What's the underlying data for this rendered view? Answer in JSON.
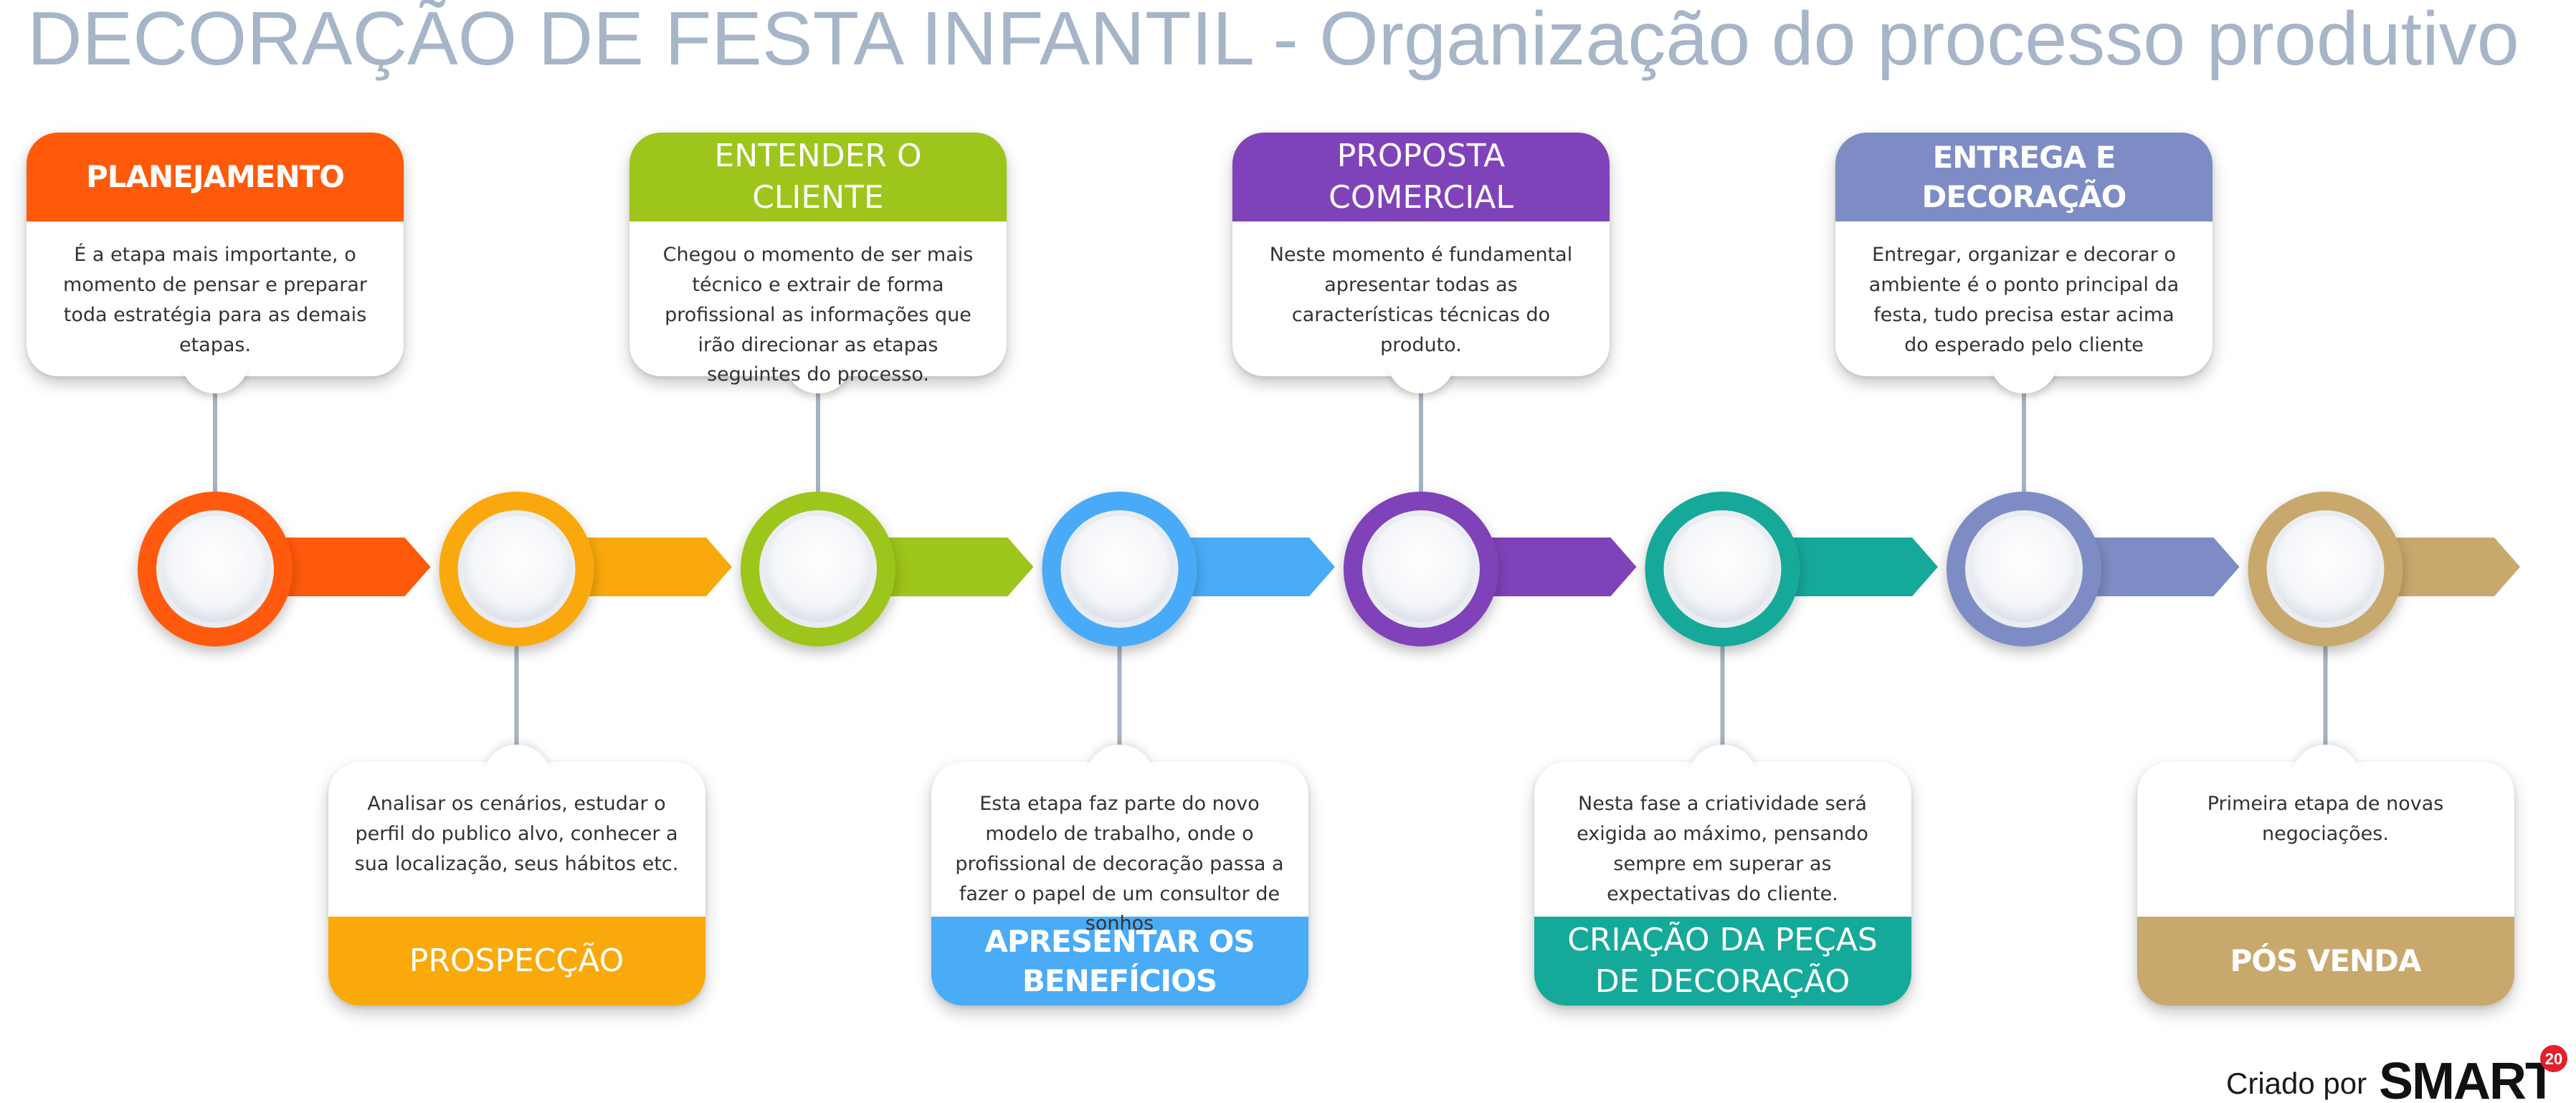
{
  "title": "DECORAÇÃO DE FESTA INFANTIL - Organização do processo produtivo",
  "credit": {
    "label": "Criado por",
    "logo_text": "SMART",
    "logo_badge": "20"
  },
  "steps": [
    {
      "title": "PLANEJAMENTO",
      "text": "É a etapa mais importante, o momento de pensar e preparar toda estratégia para as demais etapas.",
      "color": "#ff5a0a",
      "position": "top",
      "title_style": "bold"
    },
    {
      "title": "PROSPECÇÃO",
      "text": "Analisar os cenários, estudar o perfil do publico alvo, conhecer a sua localização, seus hábitos etc.",
      "color": "#f9a90a",
      "position": "bottom",
      "title_style": "light"
    },
    {
      "title": "ENTENDER O CLIENTE",
      "text": "Chegou o momento de ser mais técnico e extrair de forma profissional as informações que irão direcionar as etapas seguintes do processo.",
      "color": "#9ec51b",
      "position": "top",
      "title_style": "light"
    },
    {
      "title": "APRESENTAR OS BENEFÍCIOS",
      "text": "Esta etapa faz parte do novo modelo de trabalho, onde o profissional de decoração passa a fazer o papel de um consultor de sonhos",
      "color": "#4aabf7",
      "position": "bottom",
      "title_style": "bold"
    },
    {
      "title": "PROPOSTA COMERCIAL",
      "text": "Neste momento é fundamental apresentar todas as características técnicas do produto.",
      "color": "#8042b8",
      "position": "top",
      "title_style": "light"
    },
    {
      "title": "CRIAÇÃO DA PEÇAS DE DECORAÇÃO",
      "text": "Nesta fase a criatividade será exigida ao máximo, pensando sempre em superar as expectativas do cliente.",
      "color": "#15a99a",
      "position": "bottom",
      "title_style": "light"
    },
    {
      "title": "ENTREGA E DECORAÇÃO",
      "text": "Entregar, organizar e decorar o ambiente é o ponto principal da festa, tudo precisa estar acima do esperado pelo cliente",
      "color": "#7e8cc5",
      "position": "top",
      "title_style": "bold"
    },
    {
      "title": "PÓS VENDA",
      "text": "Primeira etapa de novas negociações.",
      "color": "#c8a86c",
      "position": "bottom",
      "title_style": "bold"
    }
  ]
}
